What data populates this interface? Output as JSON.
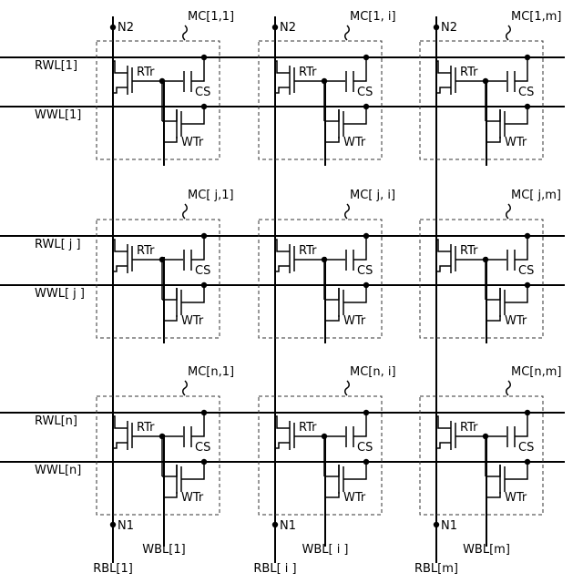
{
  "cells": [
    [
      {
        "label": "MC[1,1]"
      },
      {
        "label": "MC[1, i]"
      },
      {
        "label": "MC[1,m]"
      }
    ],
    [
      {
        "label": "MC[ j,1]"
      },
      {
        "label": "MC[ j, i]"
      },
      {
        "label": "MC[ j,m]"
      }
    ],
    [
      {
        "label": "MC[n,1]"
      },
      {
        "label": "MC[n, i]"
      },
      {
        "label": "MC[n,m]"
      }
    ]
  ],
  "rwl_labels": [
    "RWL[1]",
    "RWL[ j ]",
    "RWL[n]"
  ],
  "wwl_labels": [
    "WWL[1]",
    "WWL[ j ]",
    "WWL[n]"
  ],
  "rbl_labels": [
    "RBL[1]",
    "RBL[ i ]",
    "RBL[m]"
  ],
  "wbl_labels": [
    "WBL[1]",
    "WBL[ i ]",
    "WBL[m]"
  ],
  "node_top": "N2",
  "node_bottom": "N1",
  "rtr_label": "RTr",
  "wtr_label": "WTr",
  "cs_label": "CS"
}
